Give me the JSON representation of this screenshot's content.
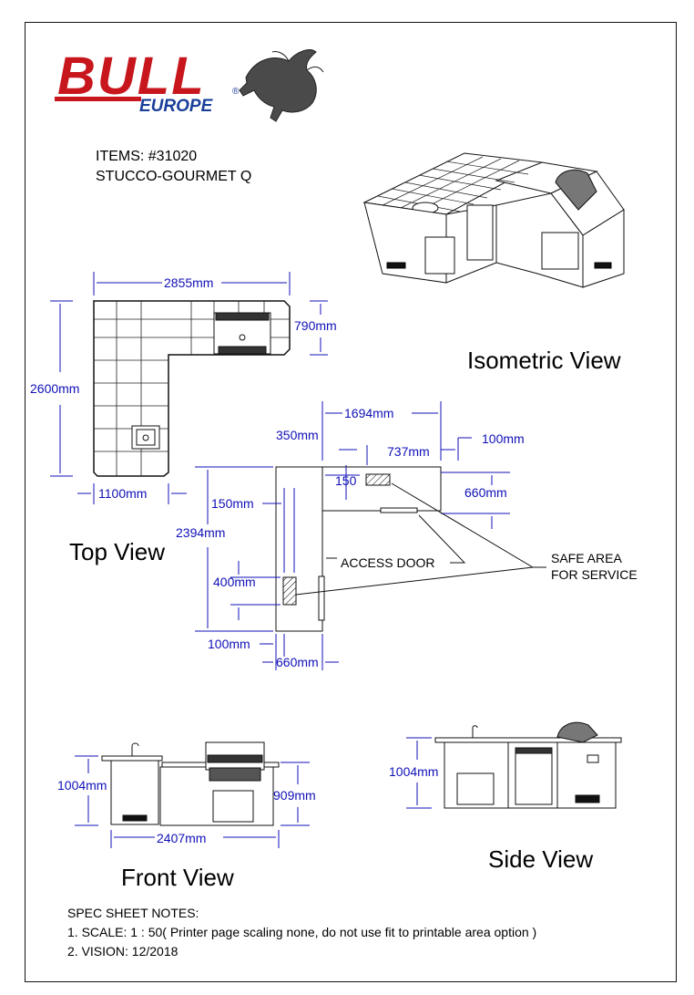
{
  "logo": {
    "brand": "BULL",
    "sub": "EUROPE",
    "mark": "®"
  },
  "items": {
    "line1": "ITEMS:  #31020",
    "line2": "STUCCO-GOURMET Q"
  },
  "views": {
    "isometric": "Isometric View",
    "top": "Top View",
    "front": "Front View",
    "side": "Side View"
  },
  "top_dims": {
    "width": "2855mm",
    "depth_right": "790mm",
    "height": "2600mm",
    "left_width": "1100mm"
  },
  "plan_dims": {
    "d1694": "1694mm",
    "d350": "350mm",
    "d737": "737mm",
    "d100a": "100mm",
    "d150a": "150",
    "d660a": "660mm",
    "d150b": "150mm",
    "d2394": "2394mm",
    "d400": "400mm",
    "d100b": "100mm",
    "d660b": "660mm"
  },
  "labels": {
    "access_door": "ACCESS DOOR",
    "safe_area_1": "SAFE AREA",
    "safe_area_2": "FOR SERVICE"
  },
  "front_dims": {
    "height": "1004mm",
    "height2": "909mm",
    "width": "2407mm"
  },
  "side_dims": {
    "height": "1004mm"
  },
  "notes": {
    "title": "SPEC SHEET NOTES:",
    "n1": "1. SCALE: 1 : 50(  Printer page scaling none, do not use fit to printable area option )",
    "n2": "2. VISION: 12/2018"
  },
  "colors": {
    "brand_red": "#c8161d",
    "brand_blue": "#1a3f9a",
    "dimension_blue": "#1010b8"
  }
}
